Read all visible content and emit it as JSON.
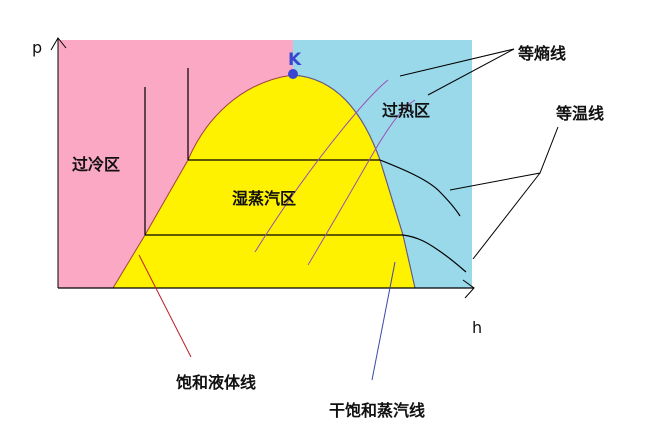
{
  "diagram": {
    "title": "",
    "axes": {
      "y_label": "p",
      "x_label": "h"
    },
    "critical_point": {
      "label": "K",
      "color": "#3a45d0"
    },
    "regions": [
      {
        "id": "subcooled",
        "label": "过冷区",
        "color": "#fba8c5"
      },
      {
        "id": "wet_vapor",
        "label": "湿蒸汽区",
        "color": "#fff200"
      },
      {
        "id": "superheated",
        "label": "过热区",
        "color": "#99d9ea"
      }
    ],
    "callouts": {
      "isentropic": "等熵线",
      "isotherm": "等温线",
      "saturated_liquid": "饱和液体线",
      "saturated_vapor": "干饱和蒸汽线"
    },
    "line_colors": {
      "axis": "#000000",
      "isotherm": "#000000",
      "isentropic": "#9b4fb5",
      "saturated_liquid": "#c0202a",
      "saturated_vapor": "#3a48a8",
      "dome_outline": "#a04040"
    }
  }
}
